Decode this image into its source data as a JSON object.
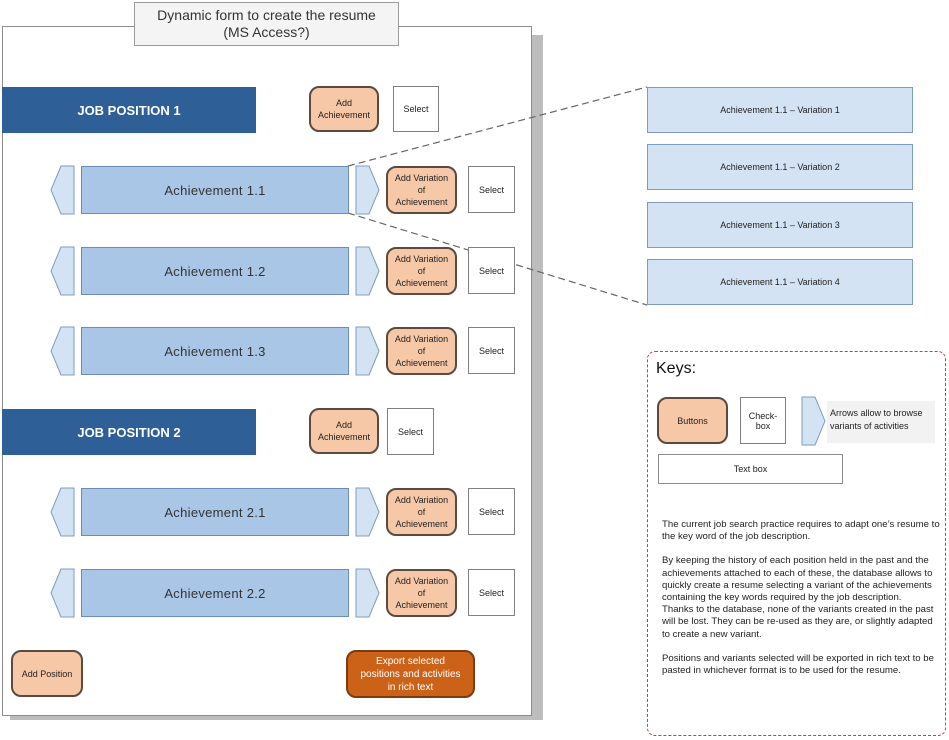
{
  "title": {
    "line1": "Dynamic form to create the resume",
    "line2": "(MS Access?)"
  },
  "jobs": [
    {
      "header": "JOB POSITION 1",
      "add_label": "Add\nAchievement",
      "select_label": "Select"
    },
    {
      "header": "JOB POSITION 2",
      "add_label": "Add\nAchievement",
      "select_label": "Select"
    }
  ],
  "achievements": [
    {
      "label": "Achievement 1.1",
      "variation_button": "Add Variation\nof\nAchievement",
      "select_label": "Select"
    },
    {
      "label": "Achievement 1.2",
      "variation_button": "Add Variation\nof\nAchievement",
      "select_label": "Select"
    },
    {
      "label": "Achievement 1.3",
      "variation_button": "Add Variation\nof\nAchievement",
      "select_label": "Select"
    },
    {
      "label": "Achievement 2.1",
      "variation_button": "Add Variation\nof\nAchievement",
      "select_label": "Select"
    },
    {
      "label": "Achievement 2.2",
      "variation_button": "Add Variation\nof\nAchievement",
      "select_label": "Select"
    }
  ],
  "footer": {
    "add_position": "Add Position",
    "export": "Export selected\npositions and activities\nin rich text"
  },
  "variations": [
    "Achievement 1.1 – Variation 1",
    "Achievement 1.1 – Variation 2",
    "Achievement 1.1 – Variation 3",
    "Achievement 1.1 – Variation 4"
  ],
  "keys": {
    "title": "Keys:",
    "buttons": "Buttons",
    "checkbox": "Check-\nbox",
    "arrows": "Arrows allow to browse variants of activities",
    "textbox": "Text box",
    "description": [
      "The current job search practice requires to adapt one’s resume to the key word of the job description.",
      "By keeping the history of each position held in the past and the achievements attached to each of these, the database allows to quickly create a resume selecting a variant of the achievements containing the key words required by the job description.",
      "Thanks to the database, none of the variants created in the past will be lost. They can be re-used as they are, or slightly adapted to create a new variant.",
      "Positions and variants selected will be exported in rich text to be pasted in whichever format is to be used for the resume."
    ]
  },
  "colors": {
    "job_header": "#2e5f97",
    "achievement": "#a9c6e6",
    "variation": "#d4e3f3",
    "button": "#f7c8a8",
    "export_button": "#cc6218",
    "keys_border": "#d23a3a"
  }
}
